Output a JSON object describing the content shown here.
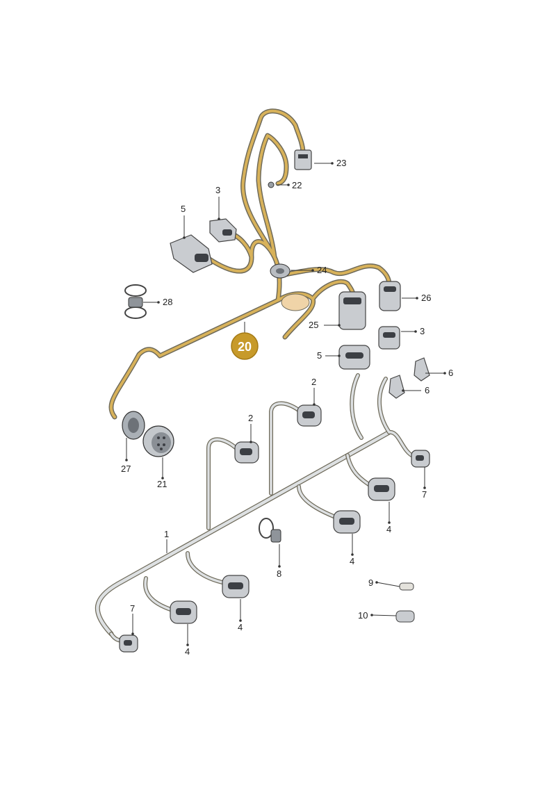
{
  "colors": {
    "highlight_wire": "#d8b25a",
    "highlight_badge": "#c79a2a",
    "base_wire": "#dde0e2"
  },
  "callouts": [
    {
      "id": "23",
      "label": "23"
    },
    {
      "id": "22",
      "label": "22"
    },
    {
      "id": "3a",
      "label": "3"
    },
    {
      "id": "5a",
      "label": "5"
    },
    {
      "id": "24",
      "label": "24"
    },
    {
      "id": "28",
      "label": "28"
    },
    {
      "id": "26",
      "label": "26"
    },
    {
      "id": "25",
      "label": "25"
    },
    {
      "id": "3b",
      "label": "3"
    },
    {
      "id": "5b",
      "label": "5"
    },
    {
      "id": "6a",
      "label": "6"
    },
    {
      "id": "6b",
      "label": "6"
    },
    {
      "id": "2a",
      "label": "2"
    },
    {
      "id": "2b",
      "label": "2"
    },
    {
      "id": "27",
      "label": "27"
    },
    {
      "id": "21",
      "label": "21"
    },
    {
      "id": "7a",
      "label": "7"
    },
    {
      "id": "4a",
      "label": "4"
    },
    {
      "id": "4b",
      "label": "4"
    },
    {
      "id": "1",
      "label": "1"
    },
    {
      "id": "8",
      "label": "8"
    },
    {
      "id": "9",
      "label": "9"
    },
    {
      "id": "10",
      "label": "10"
    },
    {
      "id": "4c",
      "label": "4"
    },
    {
      "id": "4d",
      "label": "4"
    },
    {
      "id": "7b",
      "label": "7"
    }
  ],
  "highlight": {
    "label": "20"
  }
}
